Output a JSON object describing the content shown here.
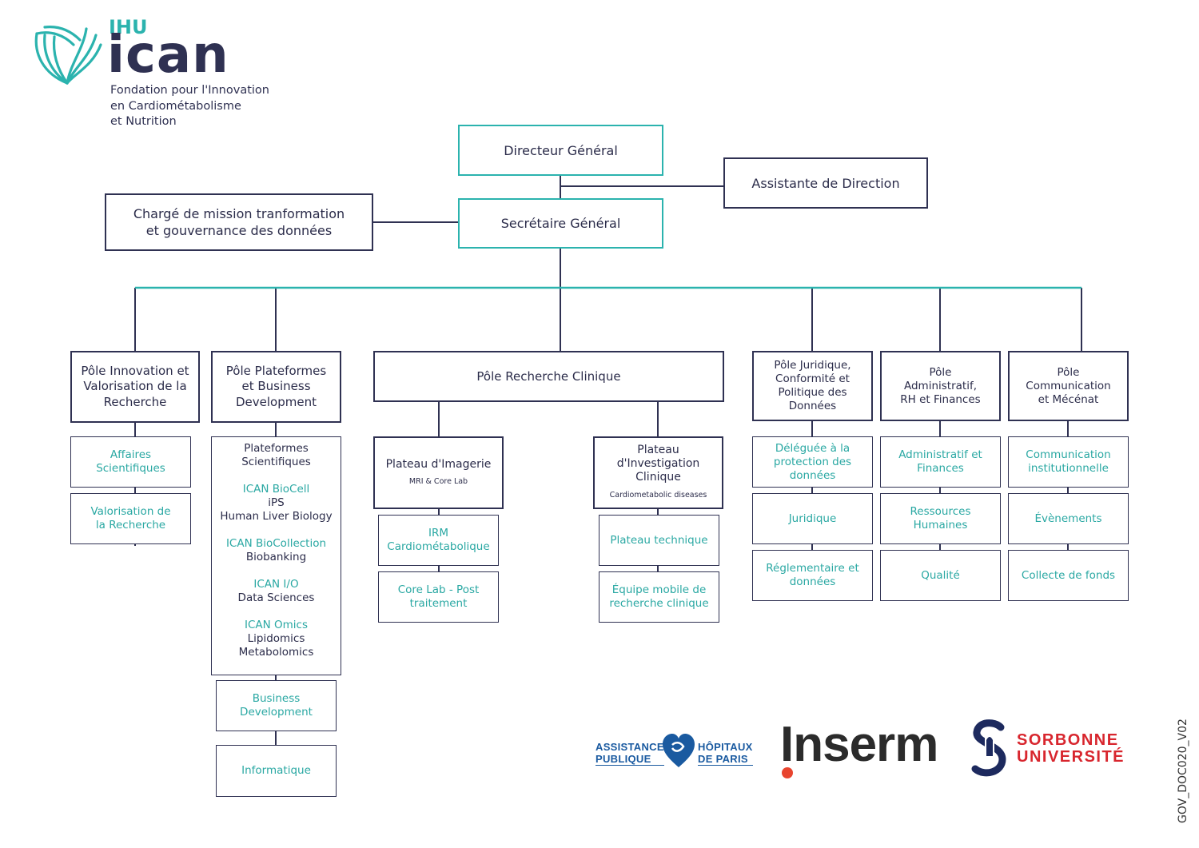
{
  "logo": {
    "ihu": "IHU",
    "ican": "ican",
    "foundation": [
      "Fondation pour l'Innovation",
      "en Cardiométabolisme",
      "et Nutrition"
    ]
  },
  "top": {
    "directeur": "Directeur Général",
    "assistante": "Assistante de Direction",
    "charge": [
      "Chargé de mission tranformation",
      "et gouvernance des données"
    ],
    "secretaire": "Secrétaire Général"
  },
  "poles": {
    "innovation": {
      "title": [
        "Pôle Innovation et",
        "Valorisation de la",
        "Recherche"
      ],
      "items": [
        [
          "Affaires",
          "Scientifiques"
        ],
        [
          "Valorisation de",
          "la Recherche"
        ]
      ]
    },
    "plateformes": {
      "title": [
        "Pôle Plateformes",
        "et Business",
        "Development"
      ],
      "big": {
        "heading": [
          "Plateformes",
          "Scientifiques"
        ],
        "groups": [
          {
            "name": "ICAN BioCell",
            "lines": [
              "iPS",
              "Human Liver Biology"
            ]
          },
          {
            "name": "ICAN BioCollection",
            "lines": [
              "Biobanking"
            ]
          },
          {
            "name": "ICAN I/O",
            "lines": [
              "Data Sciences"
            ]
          },
          {
            "name": "ICAN Omics",
            "lines": [
              "Lipidomics",
              "Metabolomics"
            ]
          }
        ]
      },
      "items": [
        [
          "Business",
          "Development"
        ],
        [
          "Informatique"
        ]
      ]
    },
    "clinique": {
      "title": "Pôle Recherche Clinique",
      "imagerie": {
        "title": "Plateau d'Imagerie",
        "sub": "MRI & Core Lab",
        "items": [
          [
            "IRM",
            "Cardiométabolique"
          ],
          [
            "Core Lab - Post",
            "traitement"
          ]
        ]
      },
      "investigation": {
        "title": [
          "Plateau",
          "d'Investigation",
          "Clinique"
        ],
        "sub": "Cardiometabolic diseases",
        "items": [
          [
            "Plateau technique"
          ],
          [
            "Équipe mobile de",
            "recherche clinique"
          ]
        ]
      }
    },
    "juridique": {
      "title": [
        "Pôle Juridique,",
        "Conformité et",
        "Politique des",
        "Données"
      ],
      "items": [
        [
          "Déléguée à la",
          "protection des",
          "données"
        ],
        [
          "Juridique"
        ],
        [
          "Réglementaire et",
          "données"
        ]
      ]
    },
    "administratif": {
      "title": [
        "Pôle",
        "Administratif,",
        "RH et Finances"
      ],
      "items": [
        [
          "Administratif et",
          "Finances"
        ],
        [
          "Ressources",
          "Humaines"
        ],
        [
          "Qualité"
        ]
      ]
    },
    "communication": {
      "title": [
        "Pôle",
        "Communication",
        "et Mécénat"
      ],
      "items": [
        [
          "Communication",
          "institutionnelle"
        ],
        [
          "Évènements"
        ],
        [
          "Collecte de fonds"
        ]
      ]
    }
  },
  "partners": {
    "aphp": [
      "ASSISTANCE",
      "PUBLIQUE",
      "HÔPITAUX",
      "DE PARIS"
    ],
    "inserm": "Inserm",
    "sorbonne": [
      "SORBONNE",
      "UNIVERSITÉ"
    ]
  },
  "doc_ref": "GOV_DOC020_V02",
  "colors": {
    "navy": "#2f3152",
    "teal": "#2bb3ae",
    "aphp": "#1a5aa0",
    "sorbonne_red": "#d8262e",
    "sorbonne_navy": "#1d2a5e"
  }
}
